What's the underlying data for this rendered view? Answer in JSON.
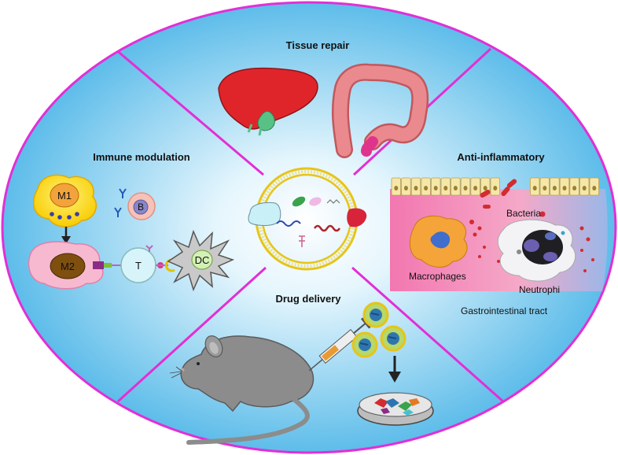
{
  "sections": {
    "tissue_repair": "Tissue repair",
    "immune_modulation": "Immune modulation",
    "anti_inflammatory": "Anti-inflammatory",
    "drug_delivery": "Drug delivery"
  },
  "cells": {
    "m1": "M1",
    "m2": "M2",
    "b": "B",
    "t": "T",
    "dc": "DC"
  },
  "gut": {
    "bacteria": "Bacteria",
    "macrophages": "Macrophages",
    "neutrophil": "Neutrophi",
    "tract": "Gastrointestinal tract"
  },
  "colors": {
    "border": "#e22fd6",
    "background_center": "#eaf7fd",
    "background_edge": "#3fb2e6",
    "membrane": "#f2d21c",
    "liver": "#e0252a",
    "colon": "#e9868a"
  }
}
